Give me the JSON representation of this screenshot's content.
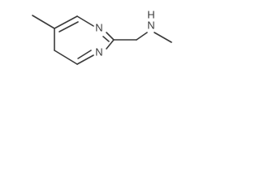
{
  "molecule": {
    "atoms": {
      "n_ring_top": "N",
      "n_ring_bottom": "N",
      "n_amine": "N",
      "h_amine": "H"
    },
    "bond_color": "#3a3a3a"
  }
}
